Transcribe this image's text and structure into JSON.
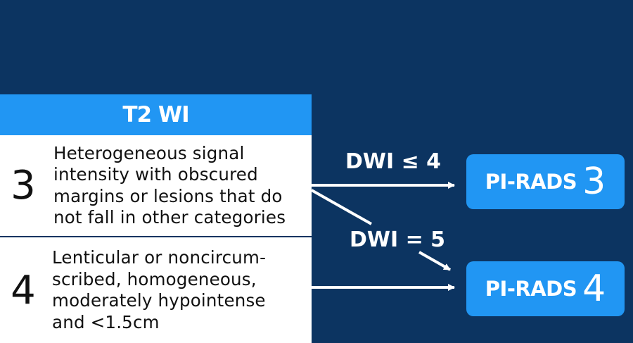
{
  "table": {
    "header": "T2 WI",
    "rows": [
      {
        "score": "3",
        "description": "Heterogeneous signal\nintensity with obscured\nmargins or lesions that do\nnot fall in other categories"
      },
      {
        "score": "4",
        "description": "Lenticular or noncircum-\nscribed, homogeneous,\nmoderately hypointense\nand <1.5cm"
      }
    ]
  },
  "arrows": {
    "dwi_le_4": "DWI ≤ 4",
    "dwi_eq_5": "DWI = 5"
  },
  "outcomes": [
    {
      "prefix": "PI-RADS",
      "number": "3"
    },
    {
      "prefix": "PI-RADS",
      "number": "4"
    }
  ],
  "colors": {
    "background": "#0c3461",
    "accent": "#2196f3",
    "cell": "#ffffff"
  }
}
